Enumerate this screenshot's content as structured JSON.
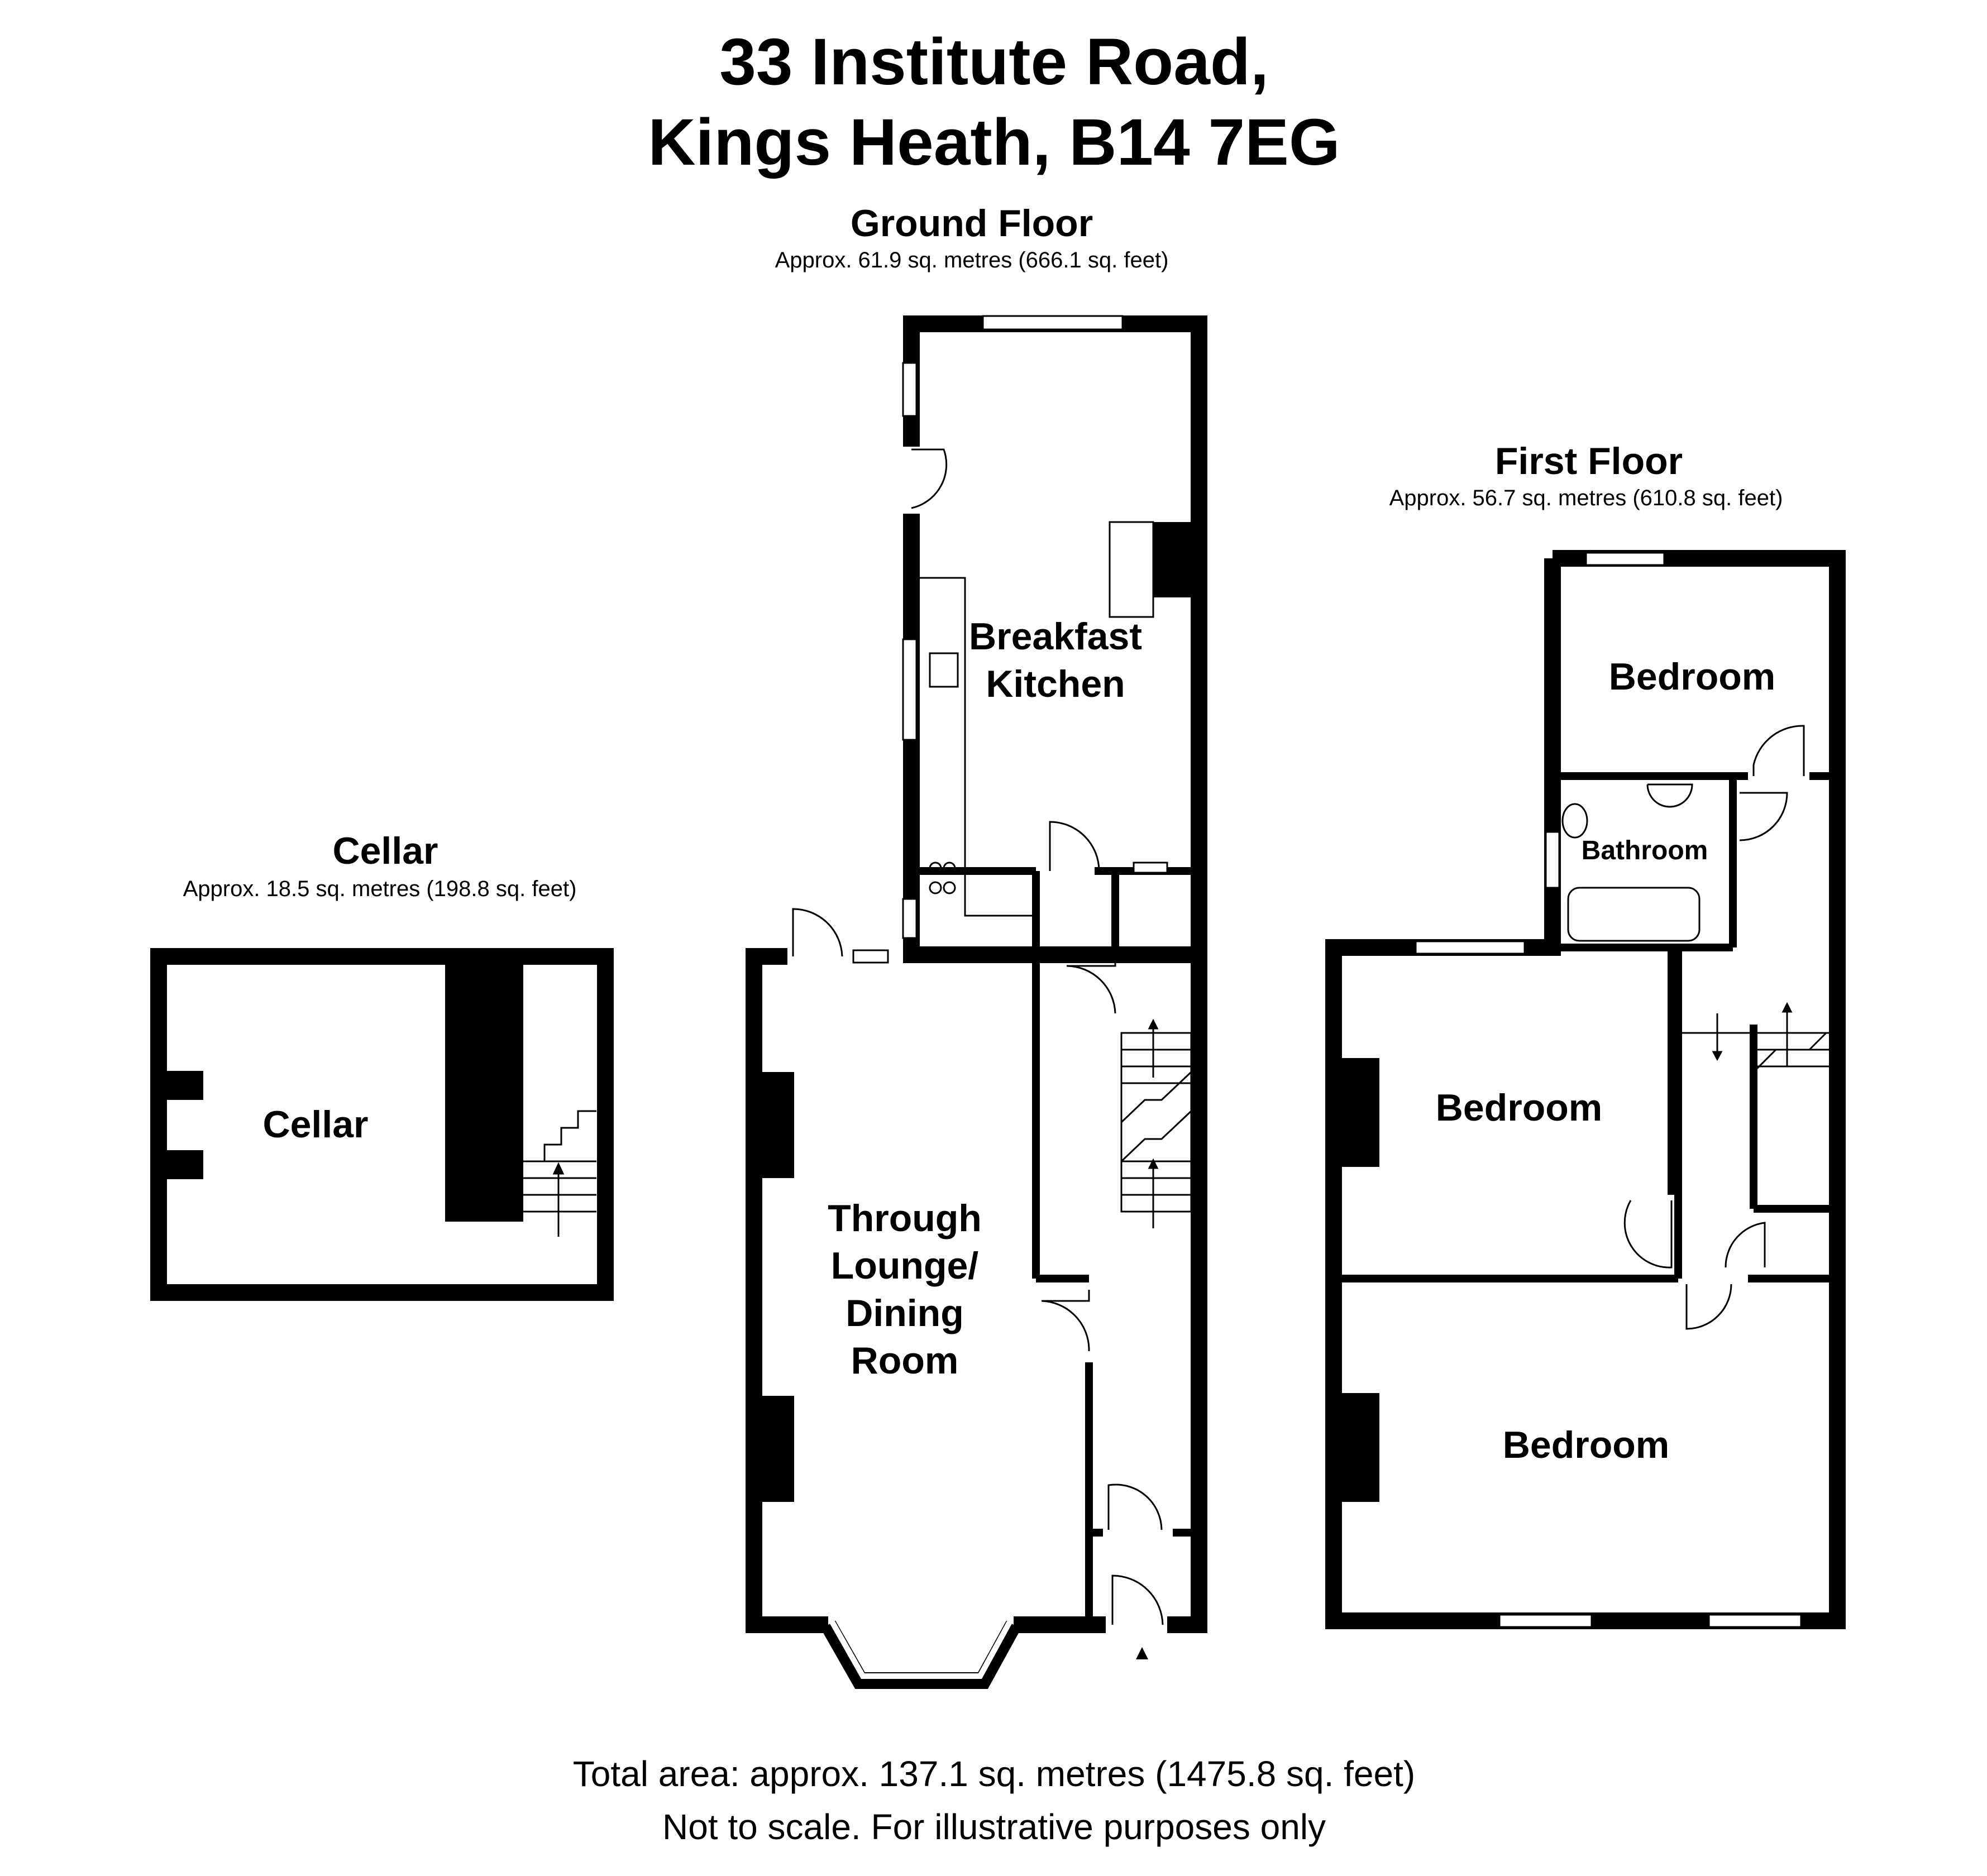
{
  "title": {
    "line1": "33 Institute Road,",
    "line2": "Kings Heath, B14 7EG"
  },
  "floors": {
    "ground": {
      "name": "Ground Floor",
      "area": "Approx. 61.9 sq. metres (666.1 sq. feet)",
      "rooms": {
        "kitchen": [
          "Breakfast",
          "Kitchen"
        ],
        "lounge": [
          "Through",
          "Lounge/",
          "Dining",
          "Room"
        ]
      }
    },
    "first": {
      "name": "First Floor",
      "area": "Approx. 56.7 sq. metres (610.8 sq. feet)",
      "rooms": {
        "bedroom_top": "Bedroom",
        "bathroom": "Bathroom",
        "bedroom_mid": "Bedroom",
        "bedroom_bottom": "Bedroom"
      }
    },
    "cellar": {
      "name": "Cellar",
      "area": "Approx. 18.5 sq. metres (198.8 sq. feet)",
      "rooms": {
        "cellar": "Cellar"
      }
    }
  },
  "footer": {
    "total_area": "Total area: approx. 137.1 sq. metres (1475.8 sq. feet)",
    "disclaimer": "Not to scale. For illustrative purposes only"
  }
}
